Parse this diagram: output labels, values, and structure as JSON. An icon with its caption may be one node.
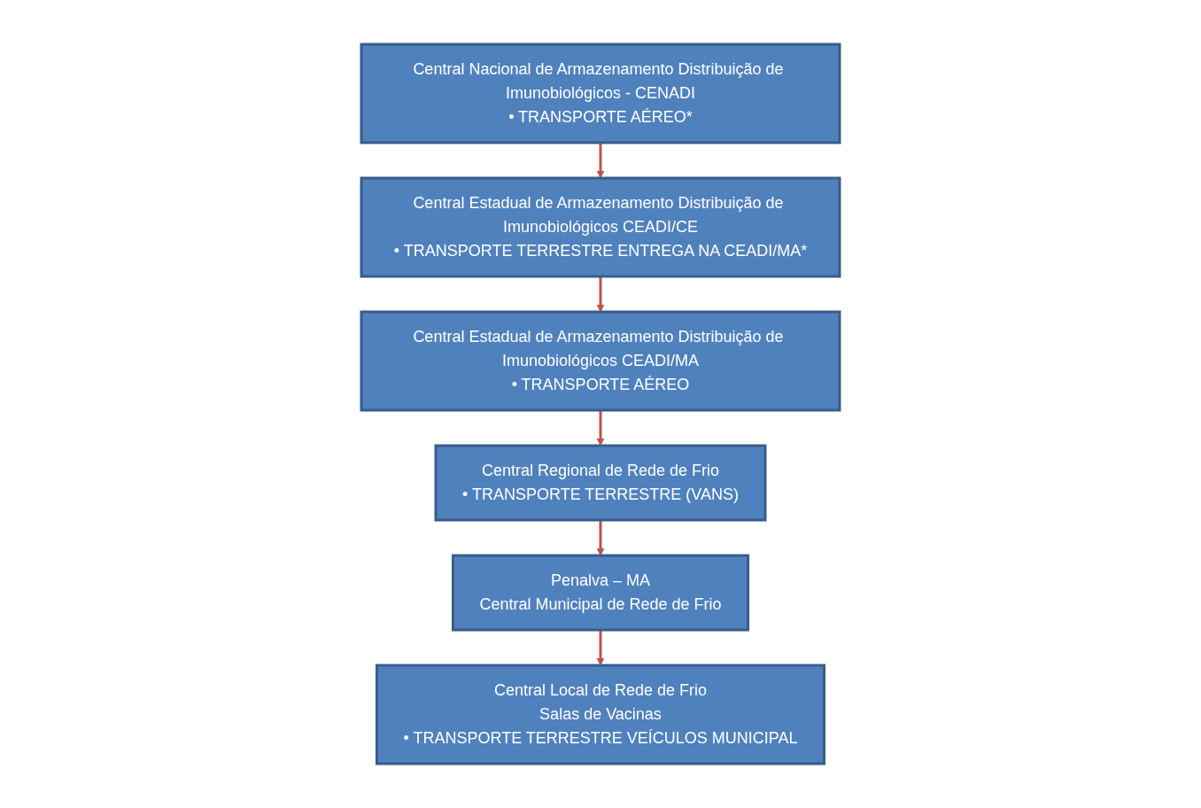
{
  "diagram": {
    "nodes": [
      {
        "text": [
          "Central Nacional de Armazenamento Distribuição de Imunobiológicos - CENADI",
          "• TRANSPORTE AÉREO*"
        ]
      },
      {
        "text": [
          "Central Estadual de Armazenamento Distribuição de Imunobiológicos CEADI/CE",
          "• TRANSPORTE TERRESTRE ENTREGA NA CEADI/MA*"
        ]
      },
      {
        "text": [
          "Central Estadual de Armazenamento Distribuição de Imunobiológicos CEADI/MA",
          "• TRANSPORTE AÉREO"
        ]
      },
      {
        "text": [
          "Central Regional de Rede de Frio",
          "• TRANSPORTE TERRESTRE (VANS)"
        ]
      },
      {
        "text": [
          "Penalva – MA",
          "Central Municipal de Rede de Frio"
        ]
      },
      {
        "text": [
          "Central Local de Rede de Frio",
          "Salas de Vacinas",
          "• TRANSPORTE TERRESTRE VEÍCULOS MUNICIPAL"
        ]
      }
    ],
    "edges": [
      {
        "from": 0,
        "to": 1,
        "arrow": "to"
      },
      {
        "from": 1,
        "to": 2,
        "arrow": "to"
      },
      {
        "from": 2,
        "to": 3,
        "arrow": "to"
      },
      {
        "from": 3,
        "to": 4,
        "arrow": "to"
      },
      {
        "from": 4,
        "to": 5,
        "arrow": "to"
      }
    ]
  }
}
